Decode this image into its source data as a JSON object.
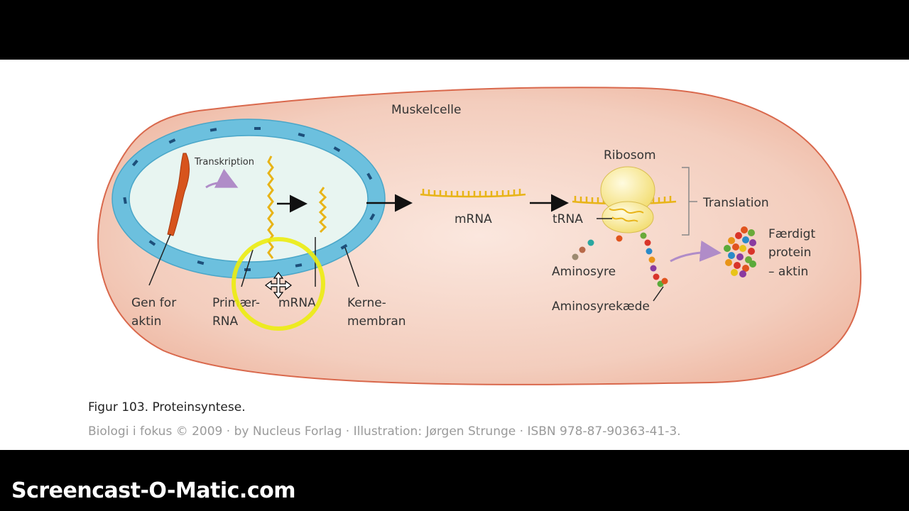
{
  "labels": {
    "cell": "Muskelcelle",
    "transcription": "Transkription",
    "gene_line1": "Gen for",
    "gene_line2": "aktin",
    "primary_rna_line1": "Primær-",
    "primary_rna_line2": "RNA",
    "mrna_nucleus": "mRNA",
    "membrane_line1": "Kerne-",
    "membrane_line2": "membran",
    "mrna_cytoplasm": "mRNA",
    "ribosome": "Ribosom",
    "trna": "tRNA",
    "translation": "Translation",
    "amino_acid": "Aminosyre",
    "amino_acid_chain": "Aminosyrekæde",
    "protein_line1": "Færdigt",
    "protein_line2": "protein",
    "protein_line3": "– aktin"
  },
  "caption": "Figur 103. Proteinsyntese.",
  "credit": "Biologi i fokus © 2009 · by Nucleus Forlag · Illustration: Jørgen Strunge · ISBN 978-87-90363-41-3.",
  "watermark": "Screencast-O-Matic.com",
  "colors": {
    "cell_fill": "#f2c9b8",
    "cell_stroke": "#d9684c",
    "membrane": "#6cc0de",
    "nucleus_fill": "#e4f3f0",
    "rna": "#e8b418",
    "ribosome": "#f7e58a",
    "highlight": "#ecec10",
    "arrow_purple": "#b08cc8"
  }
}
